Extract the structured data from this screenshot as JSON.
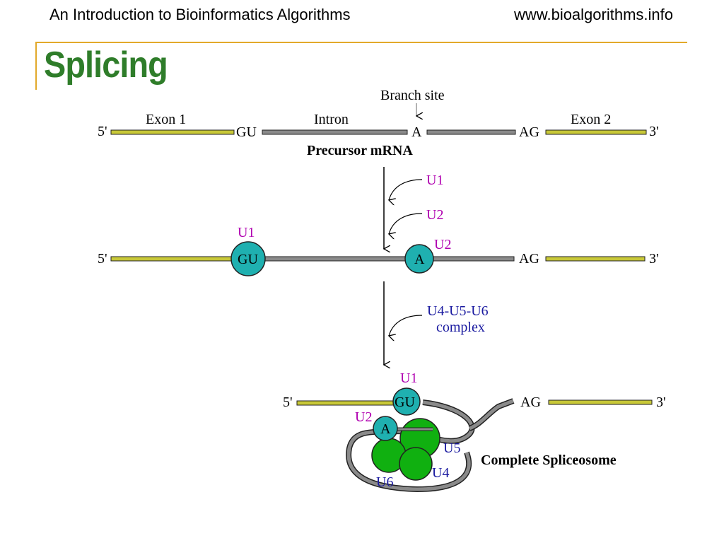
{
  "header": {
    "left": "An Introduction to Bioinformatics Algorithms",
    "right": "www.bioalgorithms.info"
  },
  "title": "Splicing",
  "colors": {
    "accent_rule": "#e2a92a",
    "title_green": "#2f7d2a",
    "exon": "#c8c838",
    "intron": "#8a8a8a",
    "snrnp_teal": "#1fb0b0",
    "complex_green": "#10b010",
    "u_label": "#b000b0",
    "complex_label": "#1a1aa0"
  },
  "diagram": {
    "row1": {
      "five_prime": "5'",
      "exon1": "Exon 1",
      "gu": "GU",
      "intron": "Intron",
      "branch_site": "Branch site",
      "a": "A",
      "ag": "AG",
      "exon2": "Exon 2",
      "three_prime": "3'",
      "caption": "Precursor mRNA"
    },
    "step1": {
      "u1": "U1",
      "u2": "U2"
    },
    "row2": {
      "five_prime": "5'",
      "u1": "U1",
      "gu": "GU",
      "a": "A",
      "u2": "U2",
      "ag": "AG",
      "three_prime": "3'"
    },
    "step2": {
      "line1": "U4-U5-U6",
      "line2": "complex"
    },
    "row3": {
      "five_prime": "5'",
      "u1": "U1",
      "gu": "GU",
      "u2": "U2",
      "a": "A",
      "ag": "AG",
      "three_prime": "3'",
      "u5": "U5",
      "u4": "U4",
      "u6": "U6",
      "caption": "Complete Spliceosome"
    }
  }
}
